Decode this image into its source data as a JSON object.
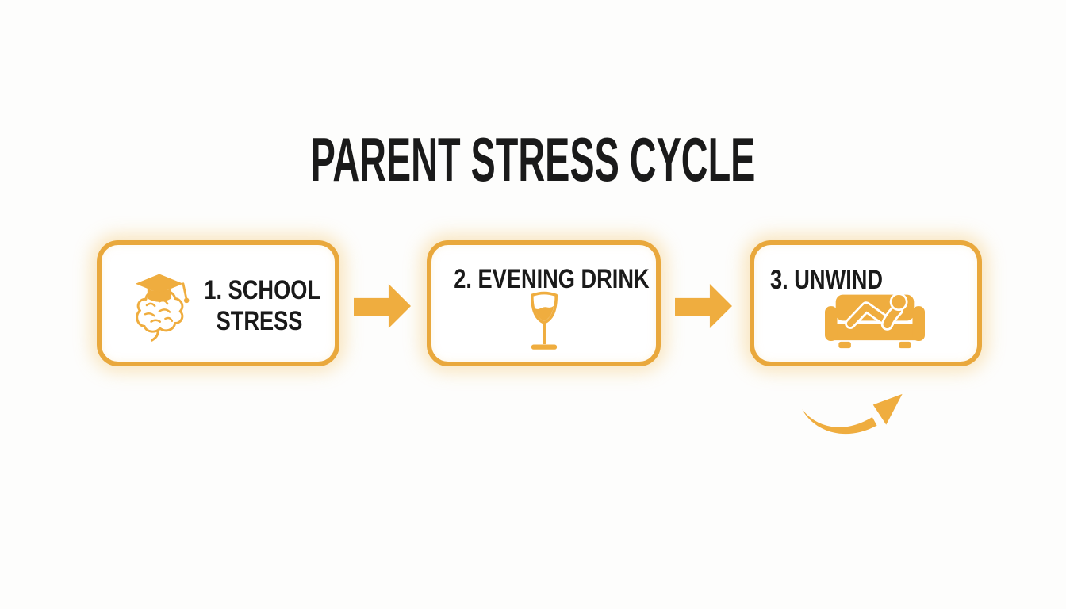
{
  "title": "PARENT STRESS CYCLE",
  "steps": [
    {
      "id": 1,
      "label": "1. SCHOOL STRESS",
      "line1": "1. SCHOOL",
      "line2": "STRESS",
      "icon": "brain-with-graduation-cap-icon"
    },
    {
      "id": 2,
      "label": "2. EVENING DRINK",
      "icon": "wine-glass-icon"
    },
    {
      "id": 3,
      "label": "3. UNWIND",
      "icon": "person-reclining-on-couch-icon"
    }
  ],
  "connectors": [
    {
      "from": 1,
      "to": 2,
      "type": "solid-right-arrow"
    },
    {
      "from": 2,
      "to": 3,
      "type": "solid-right-arrow"
    },
    {
      "from": 3,
      "type": "curved-swoosh-arrow-up-right"
    }
  ],
  "colors": {
    "accent_amber": "#EFAD3F",
    "box_border": "#E9A83C",
    "text": "#1A1A1A",
    "background": "#FDFDFC",
    "glow": "rgba(246,196,98,0.40)"
  }
}
